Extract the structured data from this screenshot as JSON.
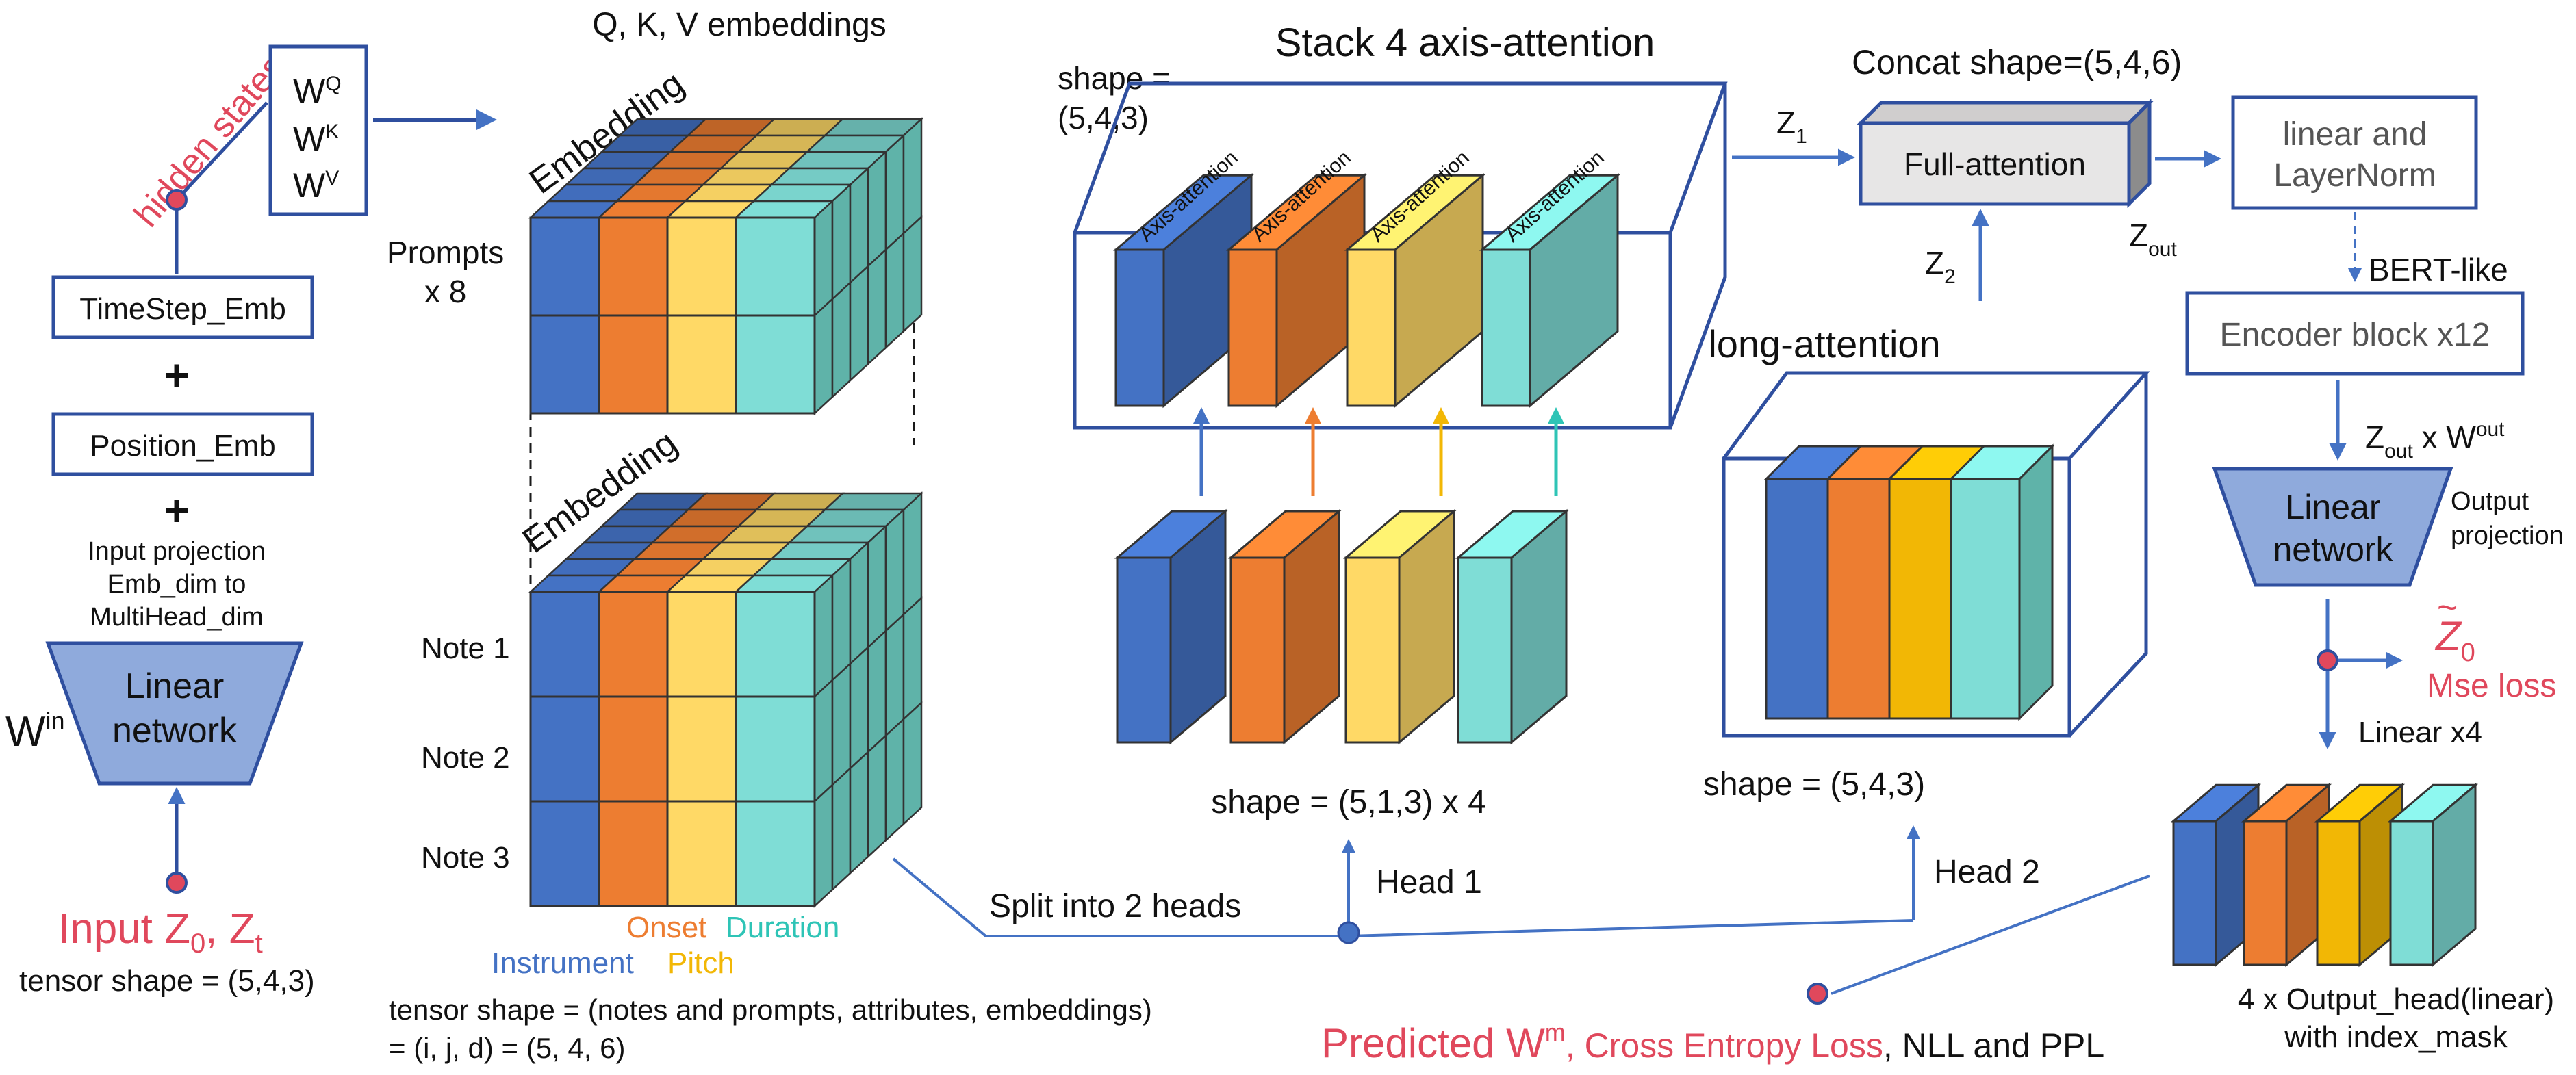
{
  "colors": {
    "blue": "#4472C4",
    "orange": "#ED7D31",
    "yellow": "#FFD966",
    "gold": "#F2B705",
    "teal": "#7FDDD6",
    "navy": "#2F4F9F",
    "red": "#E0485C",
    "light_blue_fill": "#8FAADC",
    "grey_fill": "#E7E6E6"
  },
  "left": {
    "hidden_states": "hidden states",
    "wq": "W",
    "wq_sup": "Q",
    "wk": "W",
    "wk_sup": "K",
    "wv": "W",
    "wv_sup": "V",
    "timestep_emb": "TimeStep_Emb",
    "plus1": "+",
    "position_emb": "Position_Emb",
    "plus2": "+",
    "input_proj_line1": "Input projection",
    "input_proj_line2": "Emb_dim to",
    "input_proj_line3": "MultiHead_dim",
    "win": "W",
    "win_sup": "in",
    "linear_network_line1": "Linear",
    "linear_network_line2": "network",
    "input_z": "Input Z",
    "input_z_sub0": "0",
    "input_z_comma": ", Z",
    "input_z_subt": "t",
    "tensor_shape": "tensor shape = (5,4,3)"
  },
  "cube": {
    "title": "Q, K, V embeddings",
    "embedding_top": "Embedding",
    "embedding_bottom": "Embedding",
    "prompts_line1": "Prompts",
    "prompts_line2": "x 8",
    "note1": "Note 1",
    "note2": "Note 2",
    "note3": "Note 3",
    "onset": "Onset",
    "duration": "Duration",
    "instrument": "Instrument",
    "pitch": "Pitch",
    "tensor_line1": "tensor shape = (notes and prompts, attributes, embeddings)",
    "tensor_line2": "= (i, j, d) = (5, 4, 6)"
  },
  "axis": {
    "title": "Stack 4 axis-attention",
    "shape_line1": "shape =",
    "shape_line2": "(5,4,3)",
    "labels": [
      "Axis-attention",
      "Axis-attention",
      "Axis-attention",
      "Axis-attention"
    ],
    "shape_bottom": "shape = (5,1,3) x 4",
    "head1": "Head 1",
    "split": "Split into 2 heads"
  },
  "long": {
    "title": "long-attention",
    "shape": "shape = (5,4,3)",
    "head2": "Head 2",
    "z2": "Z",
    "z2_sub": "2"
  },
  "full": {
    "concat": "Concat shape=(5,4,6)",
    "z1": "Z",
    "z1_sub": "1",
    "full_attention": "Full-attention",
    "zout": "Z",
    "zout_sub": "out"
  },
  "right": {
    "linear_ln_line1": "linear and",
    "linear_ln_line2": "LayerNorm",
    "bert_like": "BERT-like",
    "encoder_block": "Encoder block x12",
    "zout_w": "Z",
    "zout_w_sub": "out",
    "zout_w_x": " x W",
    "zout_w_sup": "out",
    "linear_net_line1": "Linear",
    "linear_net_line2": "network",
    "output_proj_line1": "Output",
    "output_proj_line2": "projection",
    "z0_tilde": "Z",
    "z0_sub": "0",
    "z0_tilde_mark": "~",
    "mse_loss": "Mse loss",
    "linear_x4": "Linear x4",
    "output_head_line1": "4 x Output_head(linear)",
    "output_head_line2": "with index_mask"
  },
  "bottom": {
    "predicted": "Predicted W",
    "predicted_sup": "m",
    "cross_entropy": ", Cross Entropy Loss",
    "nll_ppl": ", NLL and PPL"
  }
}
